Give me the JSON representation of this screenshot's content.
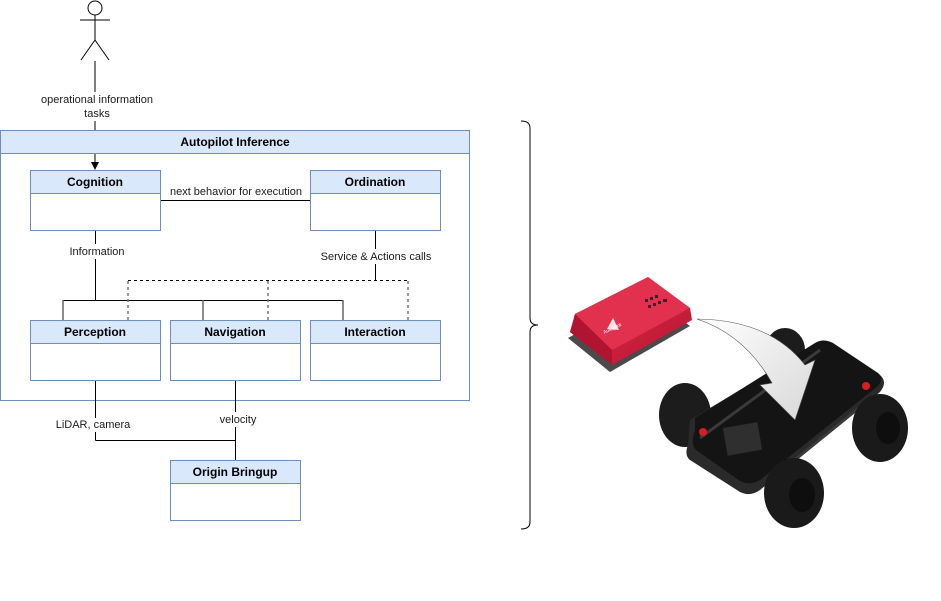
{
  "actor": {
    "label_line1": "operational information",
    "label_line2": "tasks"
  },
  "container": {
    "title": "Autopilot Inference"
  },
  "nodes": {
    "cognition": {
      "title": "Cognition"
    },
    "ordination": {
      "title": "Ordination"
    },
    "perception": {
      "title": "Perception"
    },
    "navigation": {
      "title": "Navigation"
    },
    "interaction": {
      "title": "Interaction"
    },
    "origin_bringup": {
      "title": "Origin Bringup"
    }
  },
  "edges": {
    "cognition_ordination": "next behavior for execution",
    "cognition_modules": "Information",
    "ordination_modules": "Service & Actions calls",
    "perception_bringup": "LiDAR, camera",
    "navigation_bringup": "velocity"
  },
  "illustration": {
    "compute_module_color": "#d81e3c",
    "robot_color": "#1e1e1e",
    "brand_text": "Autopilot"
  },
  "colors": {
    "header_fill": "#dae8fc",
    "header_stroke": "#6c8ebf"
  }
}
